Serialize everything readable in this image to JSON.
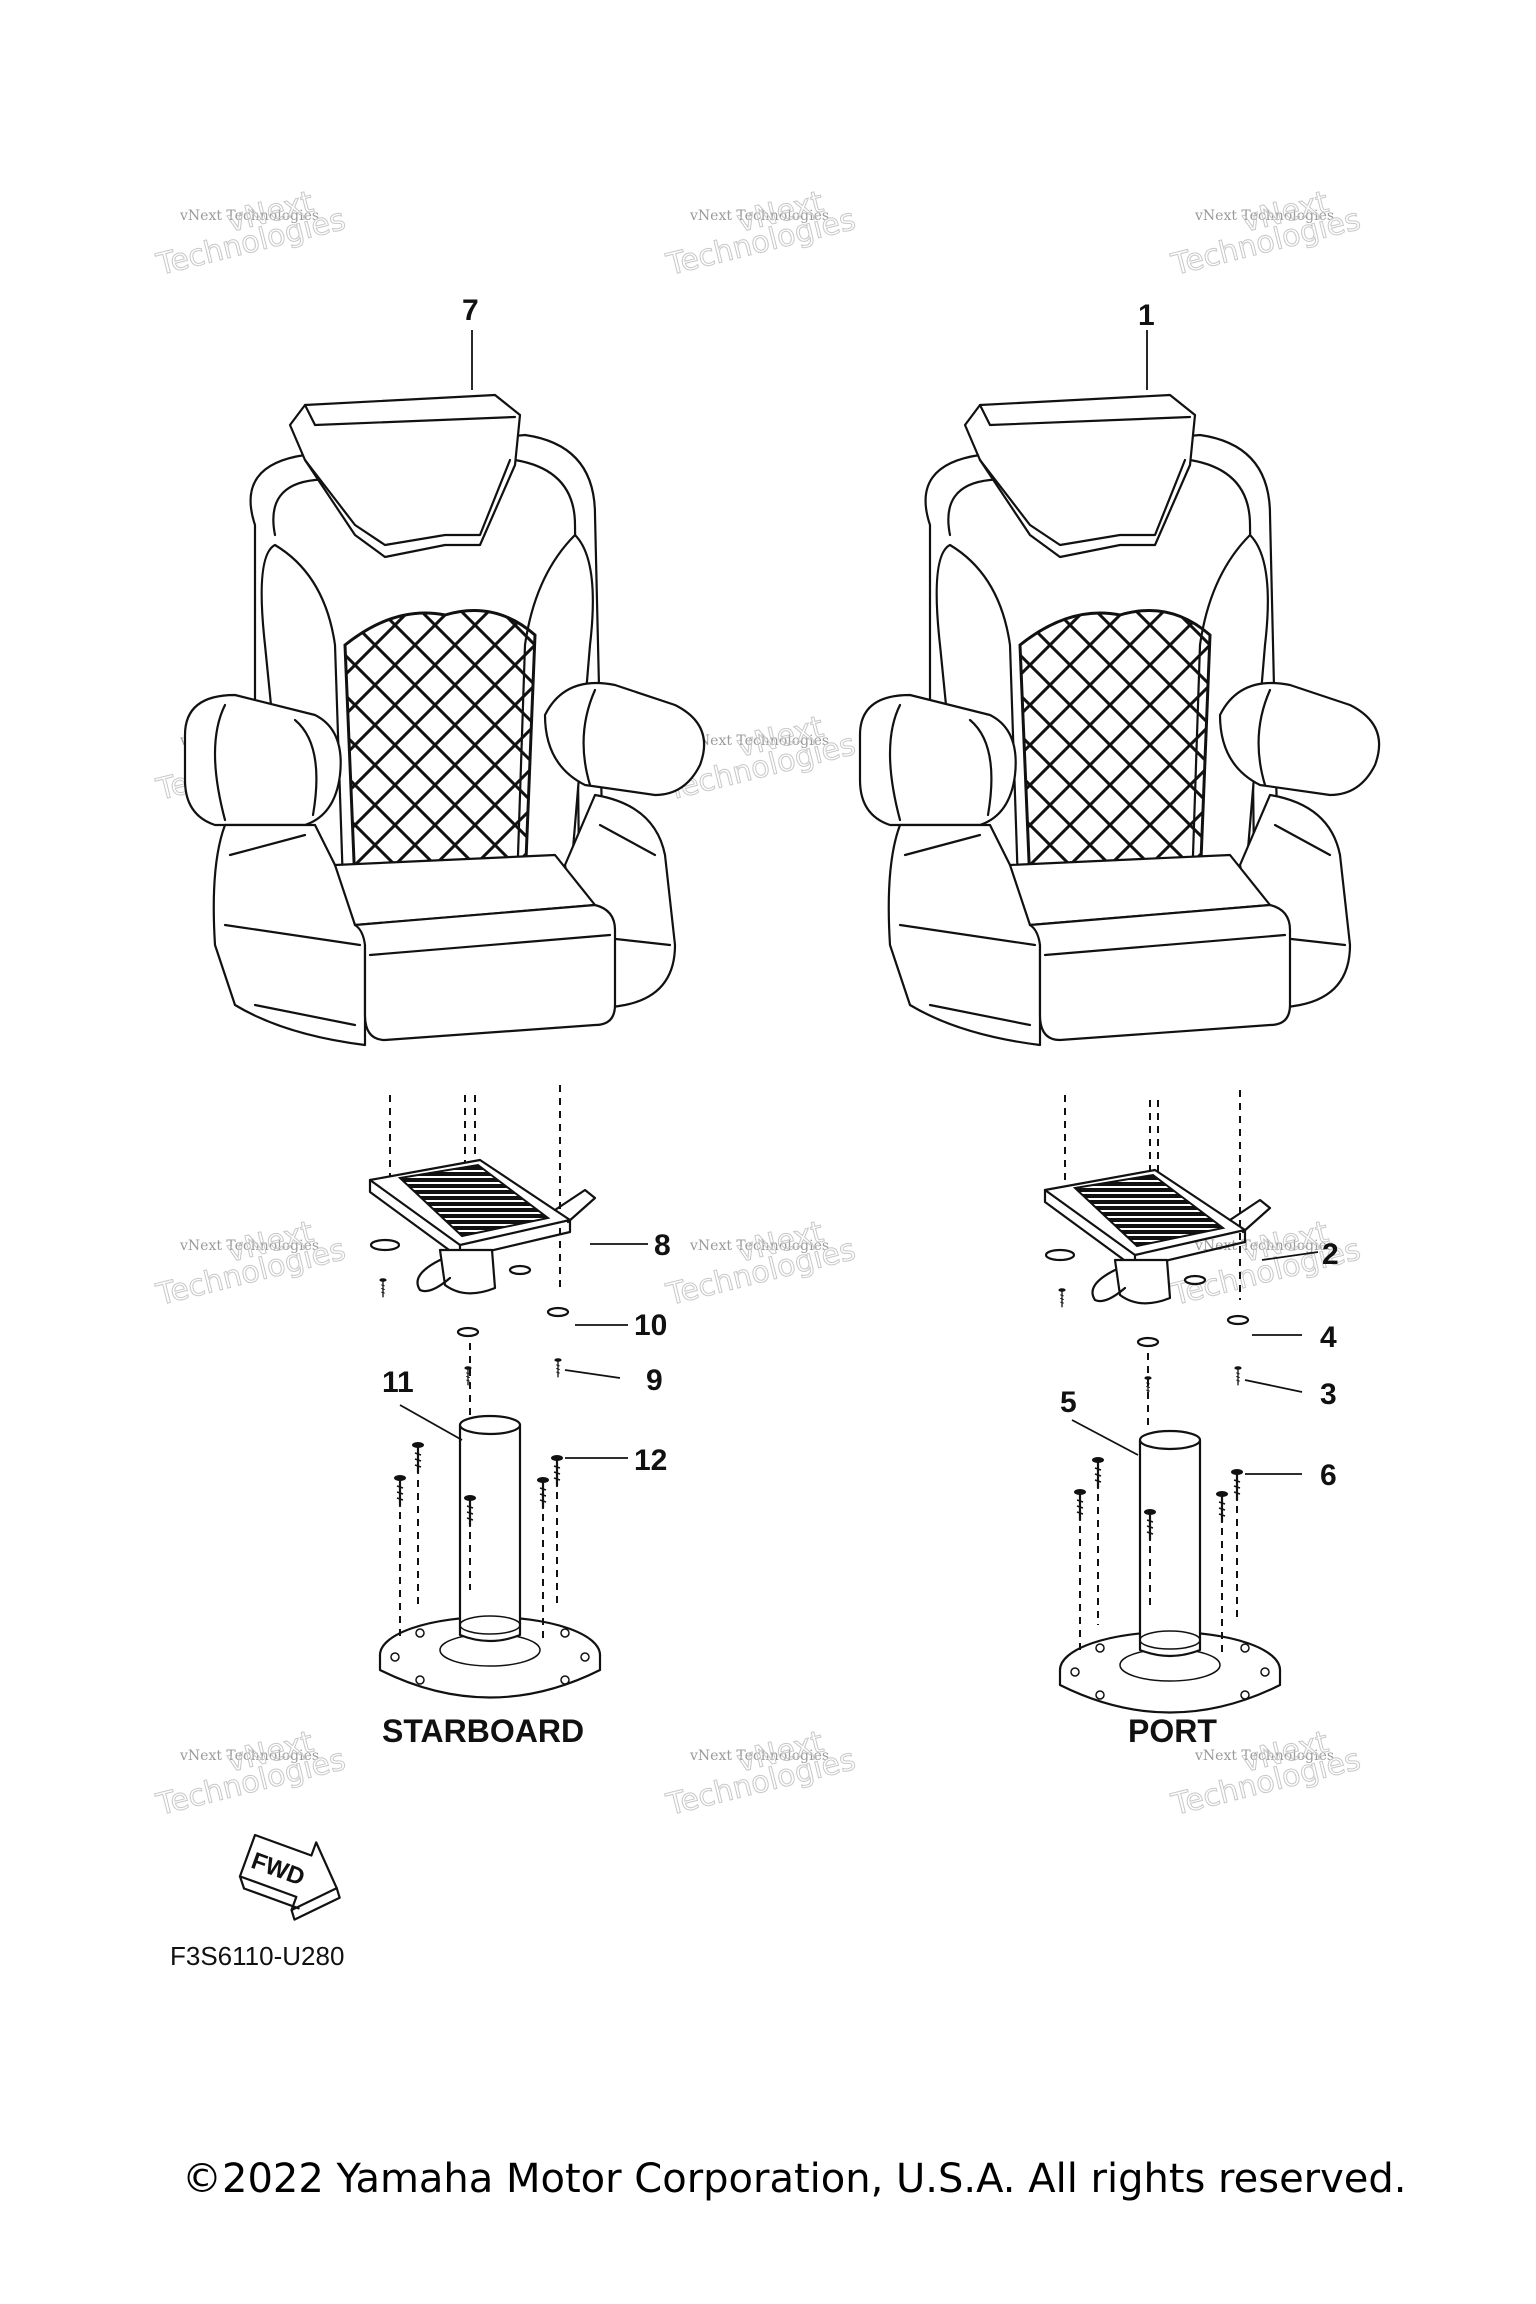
{
  "callouts": {
    "c1": "1",
    "c2": "2",
    "c3": "3",
    "c4": "4",
    "c5": "5",
    "c6": "6",
    "c7": "7",
    "c8": "8",
    "c9": "9",
    "c10": "10",
    "c11": "11",
    "c12": "12"
  },
  "labels": {
    "starboard": "STARBOARD",
    "port": "PORT",
    "fwd": "FWD",
    "diagram_code": "F3S6110-U280"
  },
  "watermark": {
    "line1": "vNext Technologies",
    "line2": "vNext",
    "line3": "Technologies"
  },
  "footer": {
    "copyright": "©2022 Yamaha Motor Corporation, U.S.A. All rights reserved."
  }
}
